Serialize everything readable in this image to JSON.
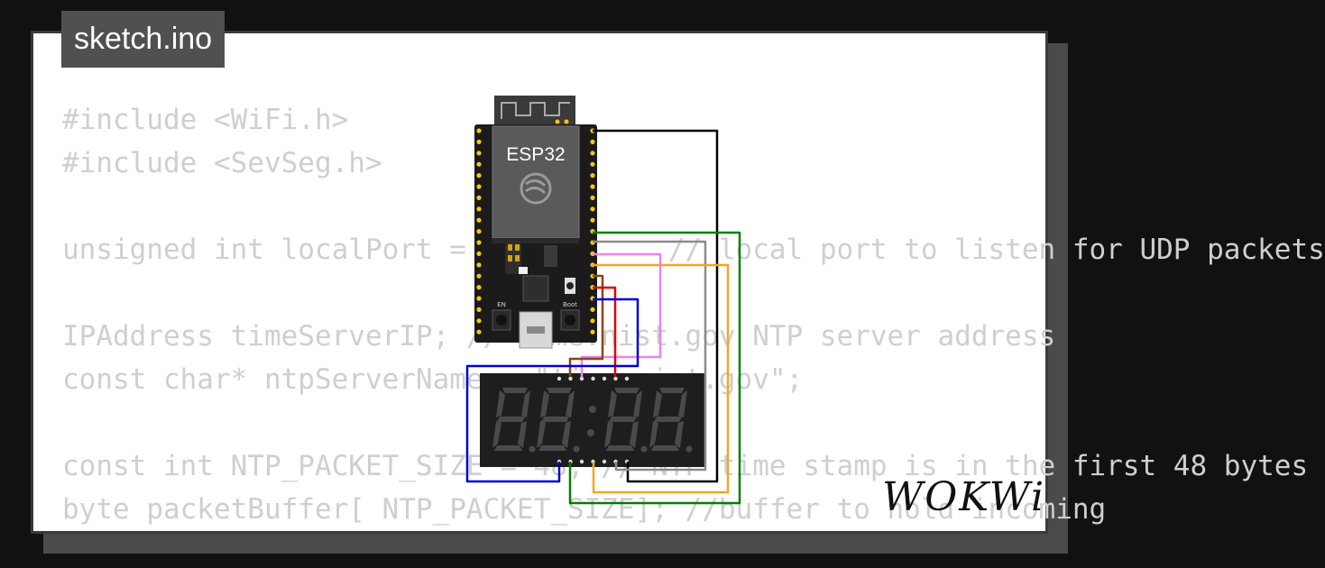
{
  "file_tab": {
    "label": "sketch.ino"
  },
  "code_lines": [
    "#include <WiFi.h>",
    "#include <SevSeg.h>",
    "",
    "unsigned int localPort = 2390;      // local port to listen for UDP packets",
    "",
    "IPAddress timeServerIP; // time.nist.gov NTP server address",
    "const char* ntpServerName = \"time.nist.gov\";",
    "",
    "const int NTP_PACKET_SIZE = 48; // NTP time stamp is in the first 48 bytes",
    "byte packetBuffer[ NTP_PACKET_SIZE]; //buffer to hold incoming"
  ],
  "board": {
    "name": "ESP32",
    "button_en_label": "EN",
    "button_boot_label": "Boot"
  },
  "display": {
    "digits": 4,
    "text": "8.8:8.8."
  },
  "wire_colors": {
    "black": "#000000",
    "gray": "#8c8c8c",
    "orange": "#f5a623",
    "green": "#008000",
    "violet": "#ee82ee",
    "brown": "#8b4513",
    "red": "#e00000",
    "blue": "#0000cc"
  },
  "brand": {
    "logo_text": "WOKWi"
  }
}
